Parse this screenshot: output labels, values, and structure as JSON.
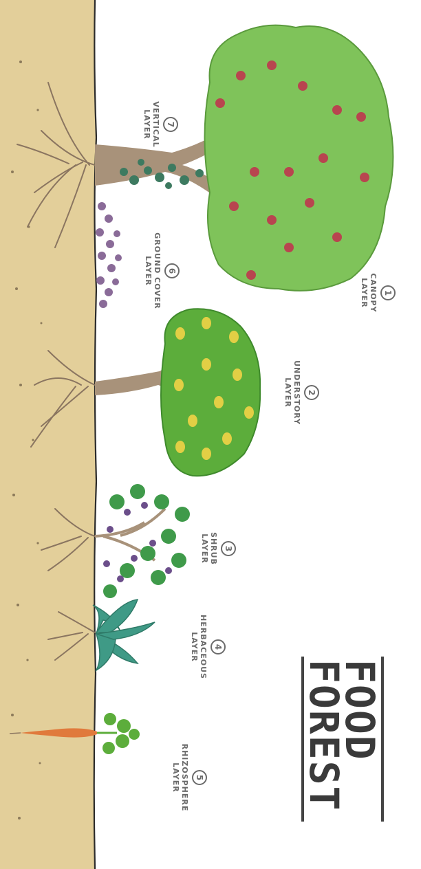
{
  "title": {
    "line1": "FOOD",
    "line2": "FOREST"
  },
  "layers": [
    {
      "number": "1",
      "line1": "CANOPY",
      "line2": "LAYER"
    },
    {
      "number": "2",
      "line1": "UNDERSTORY",
      "line2": "LAYER"
    },
    {
      "number": "3",
      "line1": "SHRUB",
      "line2": "LAYER"
    },
    {
      "number": "4",
      "line1": "HERBACEOUS",
      "line2": "LAYER"
    },
    {
      "number": "5",
      "line1": "RHIZOSPHERE",
      "line2": "LAYER"
    },
    {
      "number": "6",
      "line1": "GROUND COVER",
      "line2": "LAYER"
    },
    {
      "number": "7",
      "line1": "VERTICAL",
      "line2": "LAYER"
    }
  ],
  "colors": {
    "soil": "#e3cf9a",
    "soil_line": "#2b2b2b",
    "canopy_leaf": "#7fc35a",
    "canopy_fruit": "#b8454f",
    "understory_leaf": "#5cad3b",
    "understory_fruit": "#e2cf45",
    "shrub_leaf": "#3f9a4a",
    "shrub_berry": "#6b4e8a",
    "herb_leaf": "#3f9a86",
    "carrot": "#e07a3c",
    "trunk": "#a8927a",
    "ground_cover": "#8a6b98",
    "vine": "#3d7a60"
  }
}
